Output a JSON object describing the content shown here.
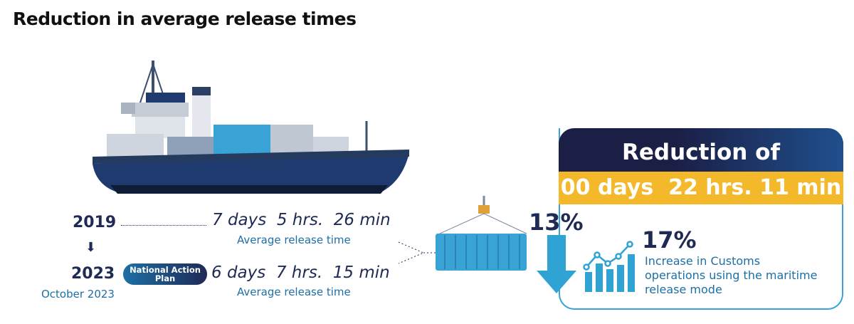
{
  "title": "Reduction in average release times",
  "row2019": {
    "year": "2019",
    "time": "7 days  5 hrs.  26 min",
    "label": "Average release time"
  },
  "row2023": {
    "year": "2023",
    "badge": "National Action Plan",
    "time": "6 days  7 hrs.  15 min",
    "label": "Average release time",
    "date": "October 2023"
  },
  "reduction": {
    "heading": "Reduction of",
    "value": "00 days  22 hrs. 11 min"
  },
  "decrease": {
    "percent": "13%"
  },
  "increase": {
    "percent": "17%",
    "description": "Increase in Customs operations using the maritime release mode"
  },
  "colors": {
    "navy": "#1f2a55",
    "blue": "#3aa3d6",
    "yellow": "#f3b92a"
  }
}
